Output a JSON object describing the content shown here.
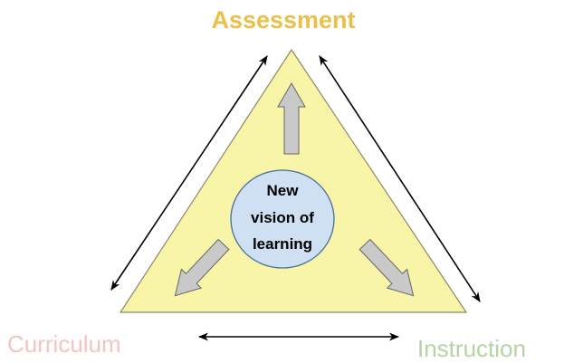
{
  "labels": {
    "top": "Assessment",
    "left": "Curriculum",
    "right": "Instruction"
  },
  "center": {
    "line1": "New",
    "line2": "vision of",
    "line3": "learning"
  },
  "colors": {
    "assessment": "#ebc04a",
    "curriculum": "#f2c4c4",
    "instruction": "#b6d3a6",
    "triangle_fill": "#f8f4a8",
    "ellipse_fill": "#cfe0f3",
    "block_arrow": "#c9c9c9"
  }
}
